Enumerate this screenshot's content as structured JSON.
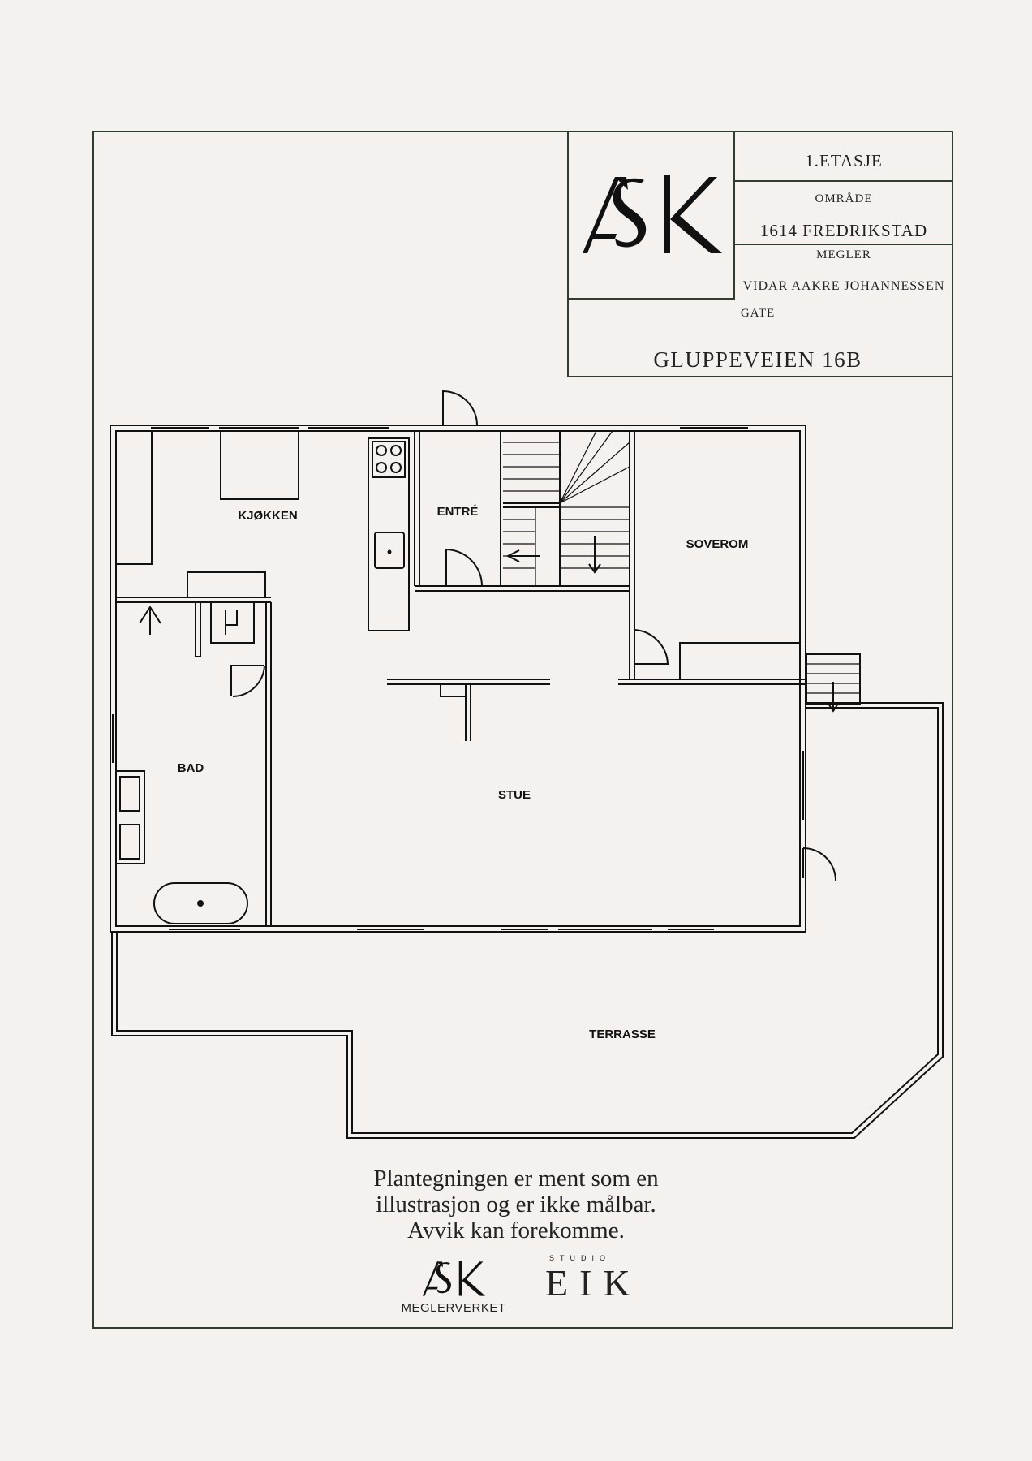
{
  "title_block": {
    "floor": "1.ETASJE",
    "area_label": "OMRÅDE",
    "area_value": "1614 FREDRIKSTAD",
    "agent_label": "MEGLER",
    "agent_value": "VIDAR AAKRE JOHANNESSEN",
    "street_label": "GATE",
    "street_value": "GLUPPEVEIEN 16B",
    "logo_text": "ASK"
  },
  "rooms": {
    "kitchen": "KJØKKEN",
    "entrance": "ENTRÉ",
    "bedroom": "SOVEROM",
    "bathroom": "BAD",
    "living": "STUE",
    "terrace": "TERRASSE"
  },
  "footer": {
    "disclaimer_line1": "Plantegningen er ment som en",
    "disclaimer_line2": "illustrasjon og er ikke målbar.",
    "disclaimer_line3": "Avvik kan forekomme.",
    "brand1_logo": "ASK",
    "brand1_sub": "MEGLERVERKET",
    "brand2_top": "STUDIO",
    "brand2_name": "EIK"
  }
}
